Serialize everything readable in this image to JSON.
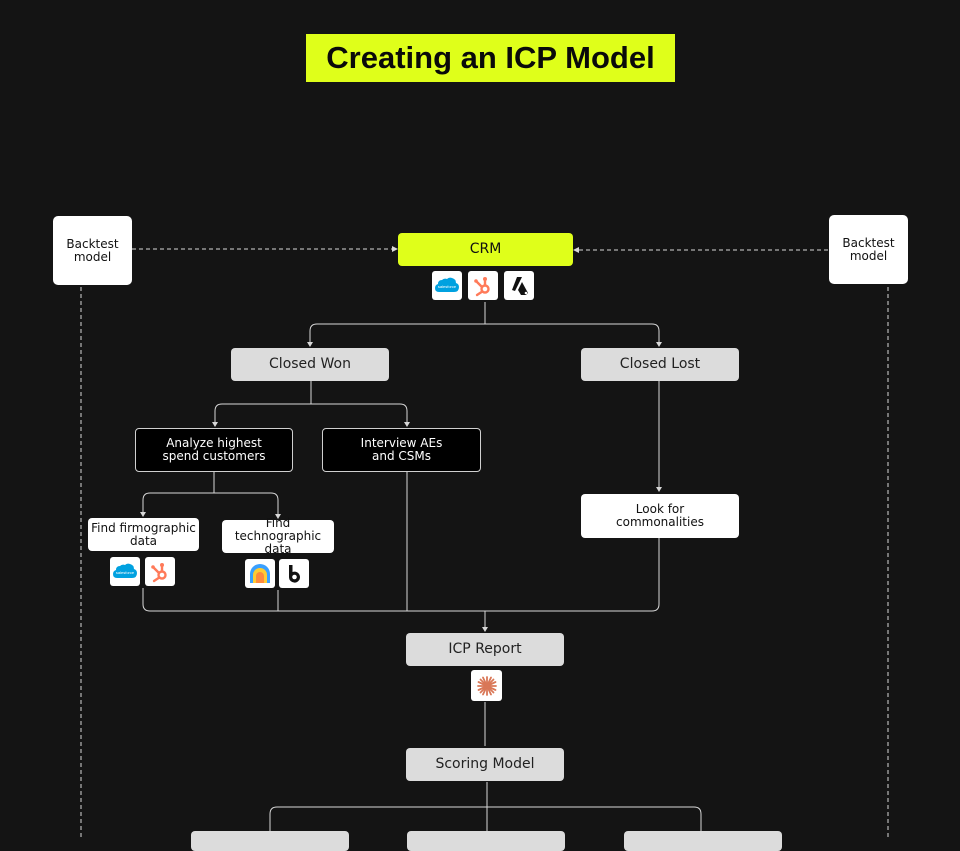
{
  "title": "Creating an ICP Model",
  "nodes": {
    "backtest_left": "Backtest\nmodel",
    "backtest_right": "Backtest\nmodel",
    "crm": "CRM",
    "closed_won": "Closed Won",
    "closed_lost": "Closed Lost",
    "analyze": "Analyze highest\nspend customers",
    "interview": "Interview AEs\nand CSMs",
    "firmographic": "Find firmographic\ndata",
    "technographic": "Find technographic\ndata",
    "commonalities": "Look for\ncommonalities",
    "icp_report": "ICP Report",
    "scoring_model": "Scoring Model"
  },
  "logos": {
    "crm": [
      "salesforce-icon",
      "hubspot-icon",
      "attio-icon"
    ],
    "firmographic": [
      "salesforce-icon",
      "hubspot-icon"
    ],
    "technographic": [
      "rainbow-app-icon",
      "builtwith-icon"
    ],
    "icp_report": [
      "claude-icon"
    ]
  },
  "logo_text": {
    "salesforce": "salesforce"
  },
  "colors": {
    "background": "#141414",
    "accent": "#dfff1a",
    "hubspot": "#ff7a59",
    "salesforce": "#00a1e0",
    "claude": "#d97757"
  }
}
